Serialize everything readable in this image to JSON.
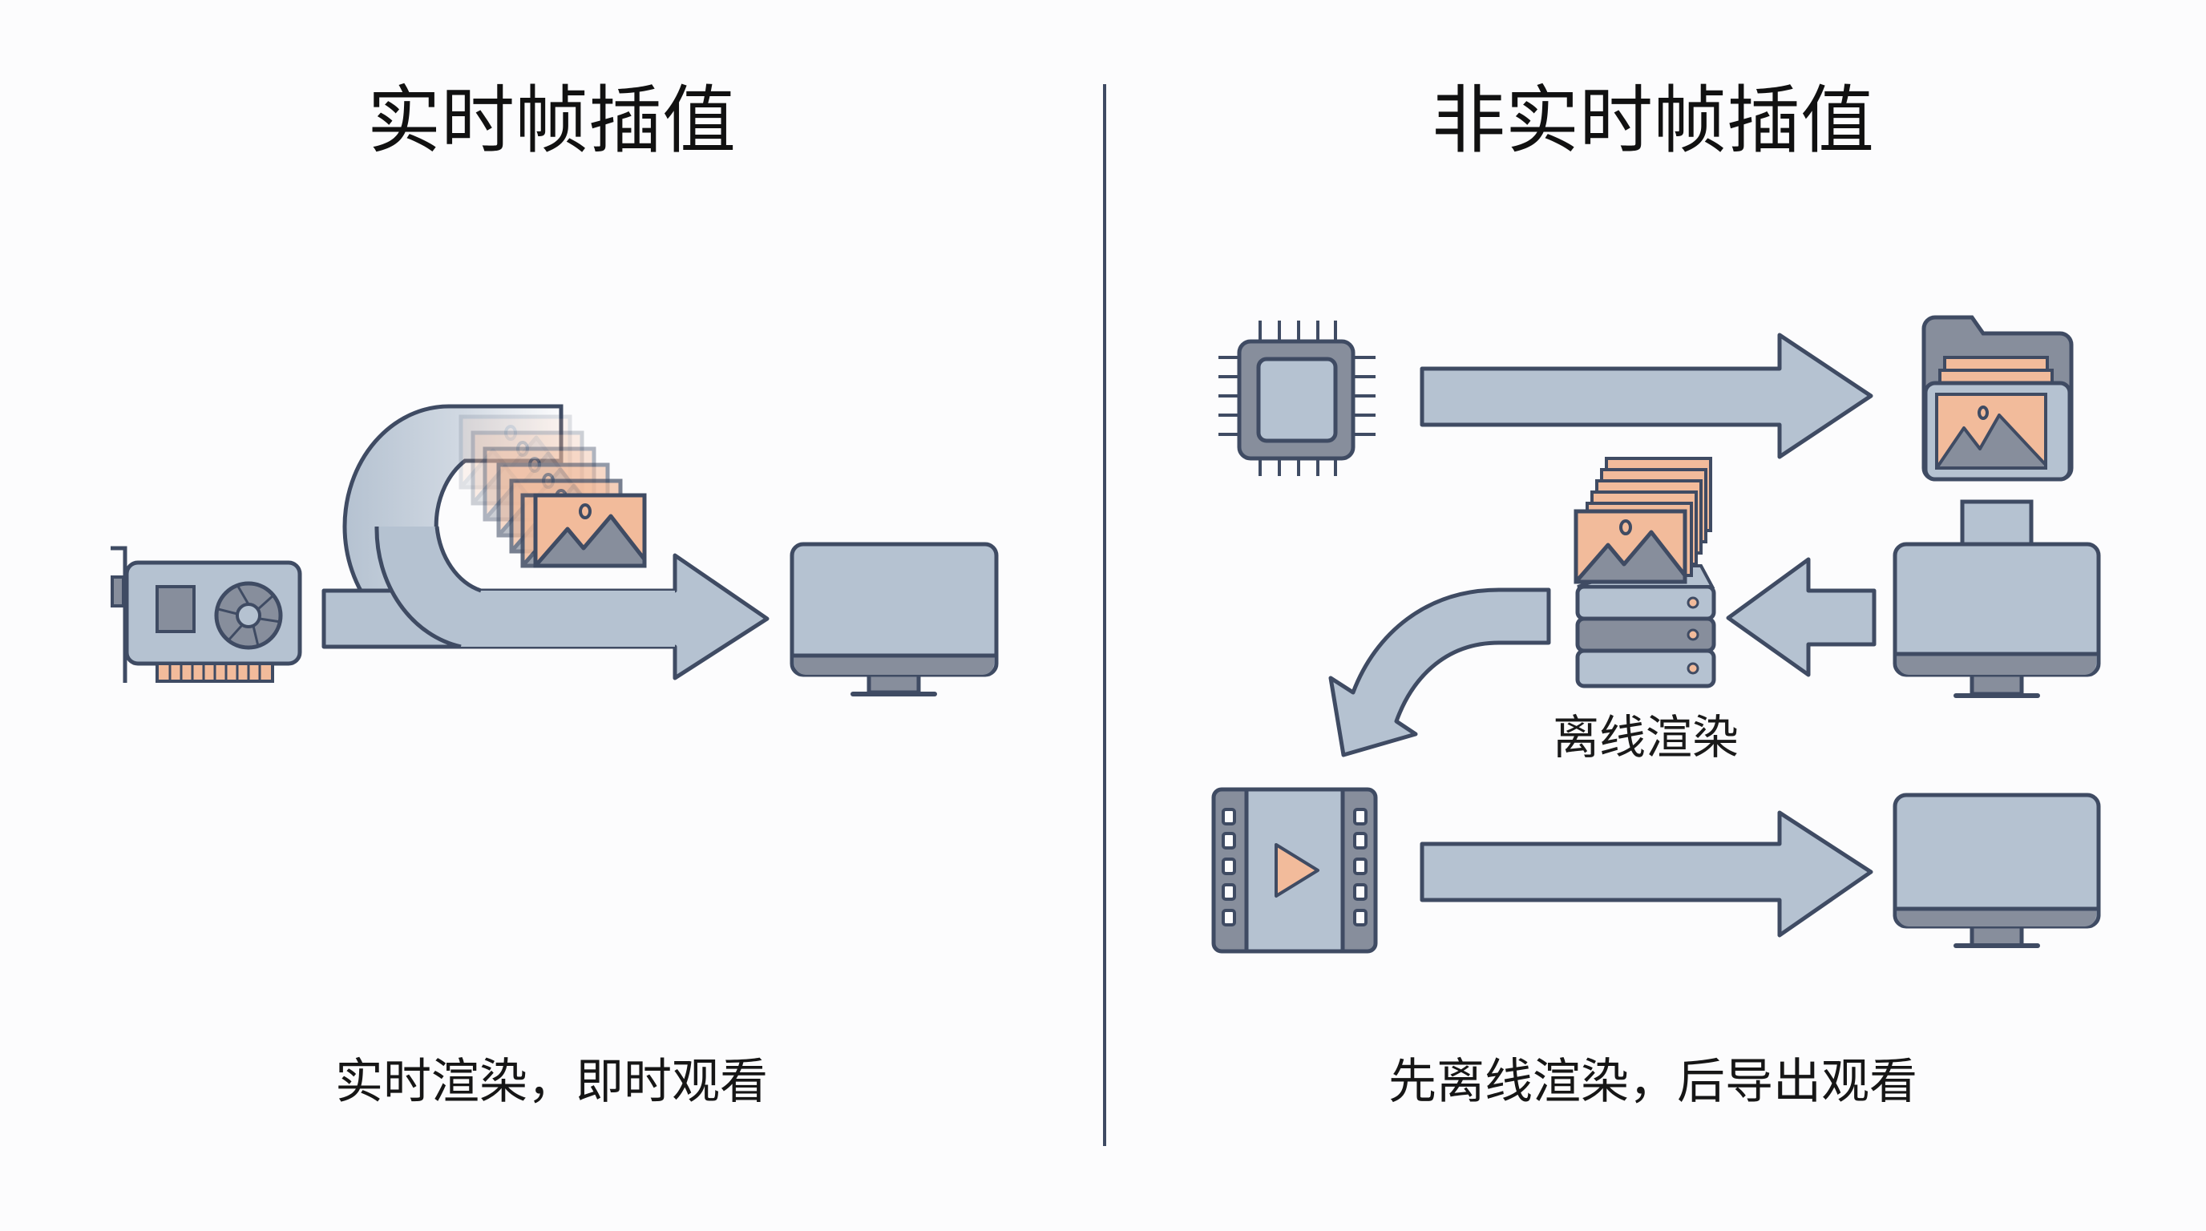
{
  "colors": {
    "background": "#fcfcfd",
    "outline": "#3f4b63",
    "fill_light": "#b5c2d1",
    "fill_dark": "#878e9c",
    "accent_orange": "#f2bb9b",
    "text": "#111111"
  },
  "left_panel": {
    "title": "实时帧插值",
    "caption": "实时渲染，即时观看",
    "icons": [
      "gpu-card-icon",
      "loop-arrow-icon",
      "image-frames-icon",
      "monitor-icon"
    ]
  },
  "right_panel": {
    "title": "非实时帧插值",
    "caption": "先离线渲染，后导出观看",
    "render_label": "离线渲染",
    "icons": [
      "cpu-chip-icon",
      "folder-image-icon",
      "monitor-icon",
      "server-stack-icon",
      "image-frames-icon",
      "film-strip-icon",
      "monitor-icon"
    ]
  }
}
